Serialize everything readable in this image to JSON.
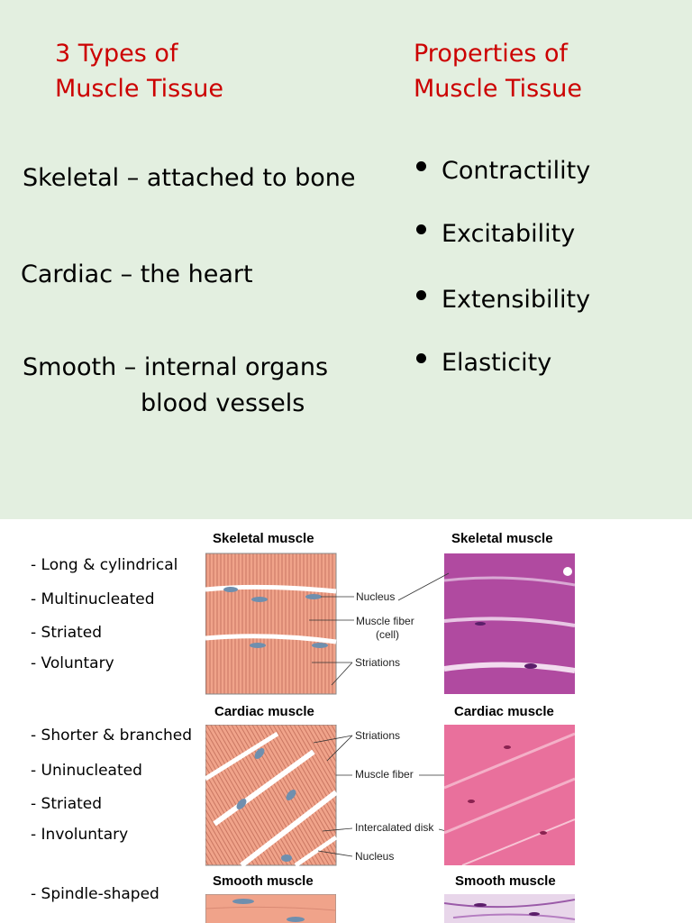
{
  "top": {
    "types_heading": [
      "3 Types of",
      "Muscle Tissue"
    ],
    "properties_heading": [
      "Properties of",
      "Muscle Tissue"
    ],
    "types": [
      "Skeletal – attached to bone",
      "Cardiac – the heart",
      "Smooth – internal organs",
      "blood vessels"
    ],
    "properties": [
      "Contractility",
      "Excitability",
      "Extensibility",
      "Elasticity"
    ]
  },
  "bottom": {
    "skeletal": {
      "caption_diagram": "Skeletal muscle",
      "caption_micro": "Skeletal muscle",
      "traits": [
        "- Long & cylindrical",
        "- Multinucleated",
        "- Striated",
        "- Voluntary"
      ],
      "labels": [
        "Nucleus",
        "Muscle fiber",
        "(cell)",
        "Striations"
      ]
    },
    "cardiac": {
      "caption_diagram": "Cardiac muscle",
      "caption_micro": "Cardiac muscle",
      "traits": [
        "- Shorter & branched",
        "- Uninucleated",
        "- Striated",
        "- Involuntary"
      ],
      "labels": [
        "Striations",
        "Muscle fiber",
        "Intercalated disk",
        "Nucleus"
      ]
    },
    "smooth": {
      "caption_diagram": "Smooth muscle",
      "caption_micro": "Smooth muscle",
      "traits": [
        "- Spindle-shaped"
      ]
    }
  },
  "colors": {
    "top_background": "#e3efe0",
    "heading_red": "#cc0000",
    "skeletal_tissue": "#f0a38a",
    "skeletal_micro": "#b04aa0",
    "cardiac_micro": "#e9709c",
    "nucleus": "#6f8fae"
  }
}
